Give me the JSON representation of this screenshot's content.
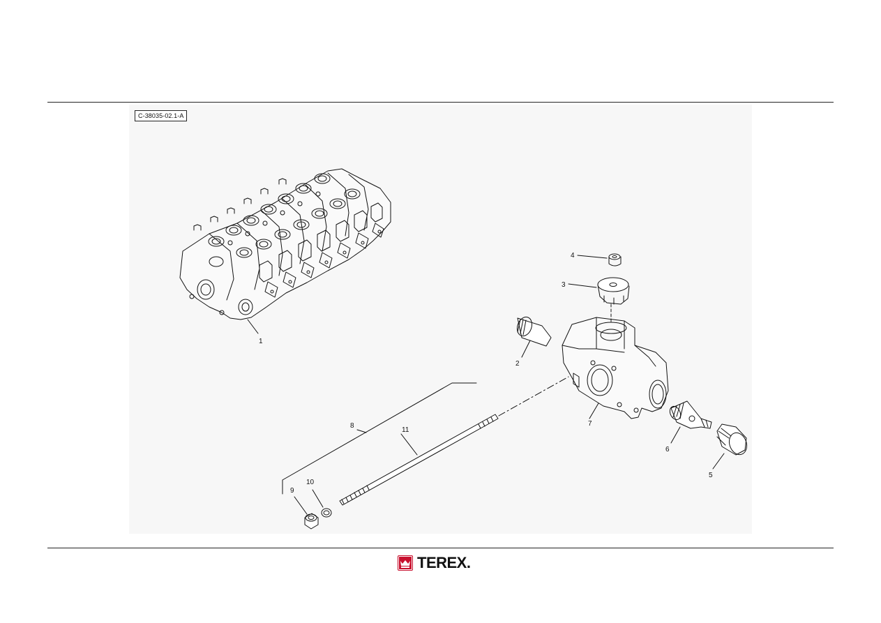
{
  "figure": {
    "reference_code": "C-38035-02.1-A"
  },
  "callouts": [
    {
      "id": "1",
      "label": "1"
    },
    {
      "id": "2",
      "label": "2"
    },
    {
      "id": "3",
      "label": "3"
    },
    {
      "id": "4",
      "label": "4"
    },
    {
      "id": "5",
      "label": "5"
    },
    {
      "id": "6",
      "label": "6"
    },
    {
      "id": "7",
      "label": "7"
    },
    {
      "id": "8",
      "label": "8"
    },
    {
      "id": "9",
      "label": "9"
    },
    {
      "id": "10",
      "label": "10"
    },
    {
      "id": "11",
      "label": "11"
    }
  ],
  "footer": {
    "brand": "TEREX.",
    "brand_color": "#c8102e"
  },
  "colors": {
    "rule": "#222222",
    "panel": "#f7f7f7",
    "ink": "#111111"
  }
}
